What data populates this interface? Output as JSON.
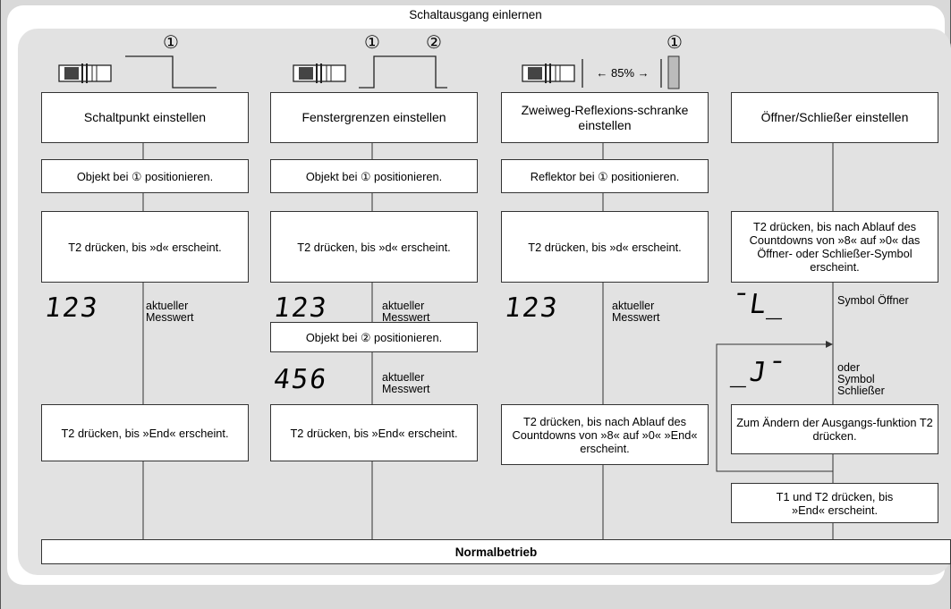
{
  "title": "Schaltausgang einlernen",
  "markers": {
    "m1": "①",
    "m2": "②",
    "pct": "← 85% →"
  },
  "col1": {
    "header": "Schaltpunkt einstellen",
    "step1": "Objekt bei ① positionieren.",
    "step2": "T2 drücken, bis »d« erscheint.",
    "display": "123",
    "display_note": "aktueller Messwert",
    "step3": "T2 drücken, bis »End« erscheint."
  },
  "col2": {
    "header": "Fenstergrenzen einstellen",
    "step1": "Objekt bei ① positionieren.",
    "step2": "T2 drücken, bis »d« erscheint.",
    "display1": "123",
    "display1_note": "aktueller Messwert",
    "step2b": "Objekt bei ② positionieren.",
    "display2": "456",
    "display2_note": "aktueller Messwert",
    "step3": "T2 drücken, bis »End« erscheint."
  },
  "col3": {
    "header": "Zweiweg-Reflexions-schranke einstellen",
    "step1": "Reflektor bei ① positionieren.",
    "step2": "T2 drücken, bis »d« erscheint.",
    "display": "123",
    "display_note": "aktueller Messwert",
    "step3": "T2 drücken, bis nach Ablauf des Countdowns von »8« auf »0« »End« erscheint."
  },
  "col4": {
    "header": "Öffner/Schließer einstellen",
    "step1": "T2 drücken, bis nach Ablauf des Countdowns von »8« auf »0« das Öffner- oder Schließer-Symbol erscheint.",
    "display1": "¯L_",
    "display1_note": "Symbol Öffner",
    "display2": "_J¯",
    "display2_note": "oder Symbol Schließer",
    "step2": "Zum Ändern der Ausgangs-funktion T2 drücken.",
    "step3": "T1 und T2 drücken, bis »End« erscheint."
  },
  "footer": "Normalbetrieb",
  "icons": {
    "sensor": "sensor-icon",
    "reflector": "reflector-icon"
  }
}
